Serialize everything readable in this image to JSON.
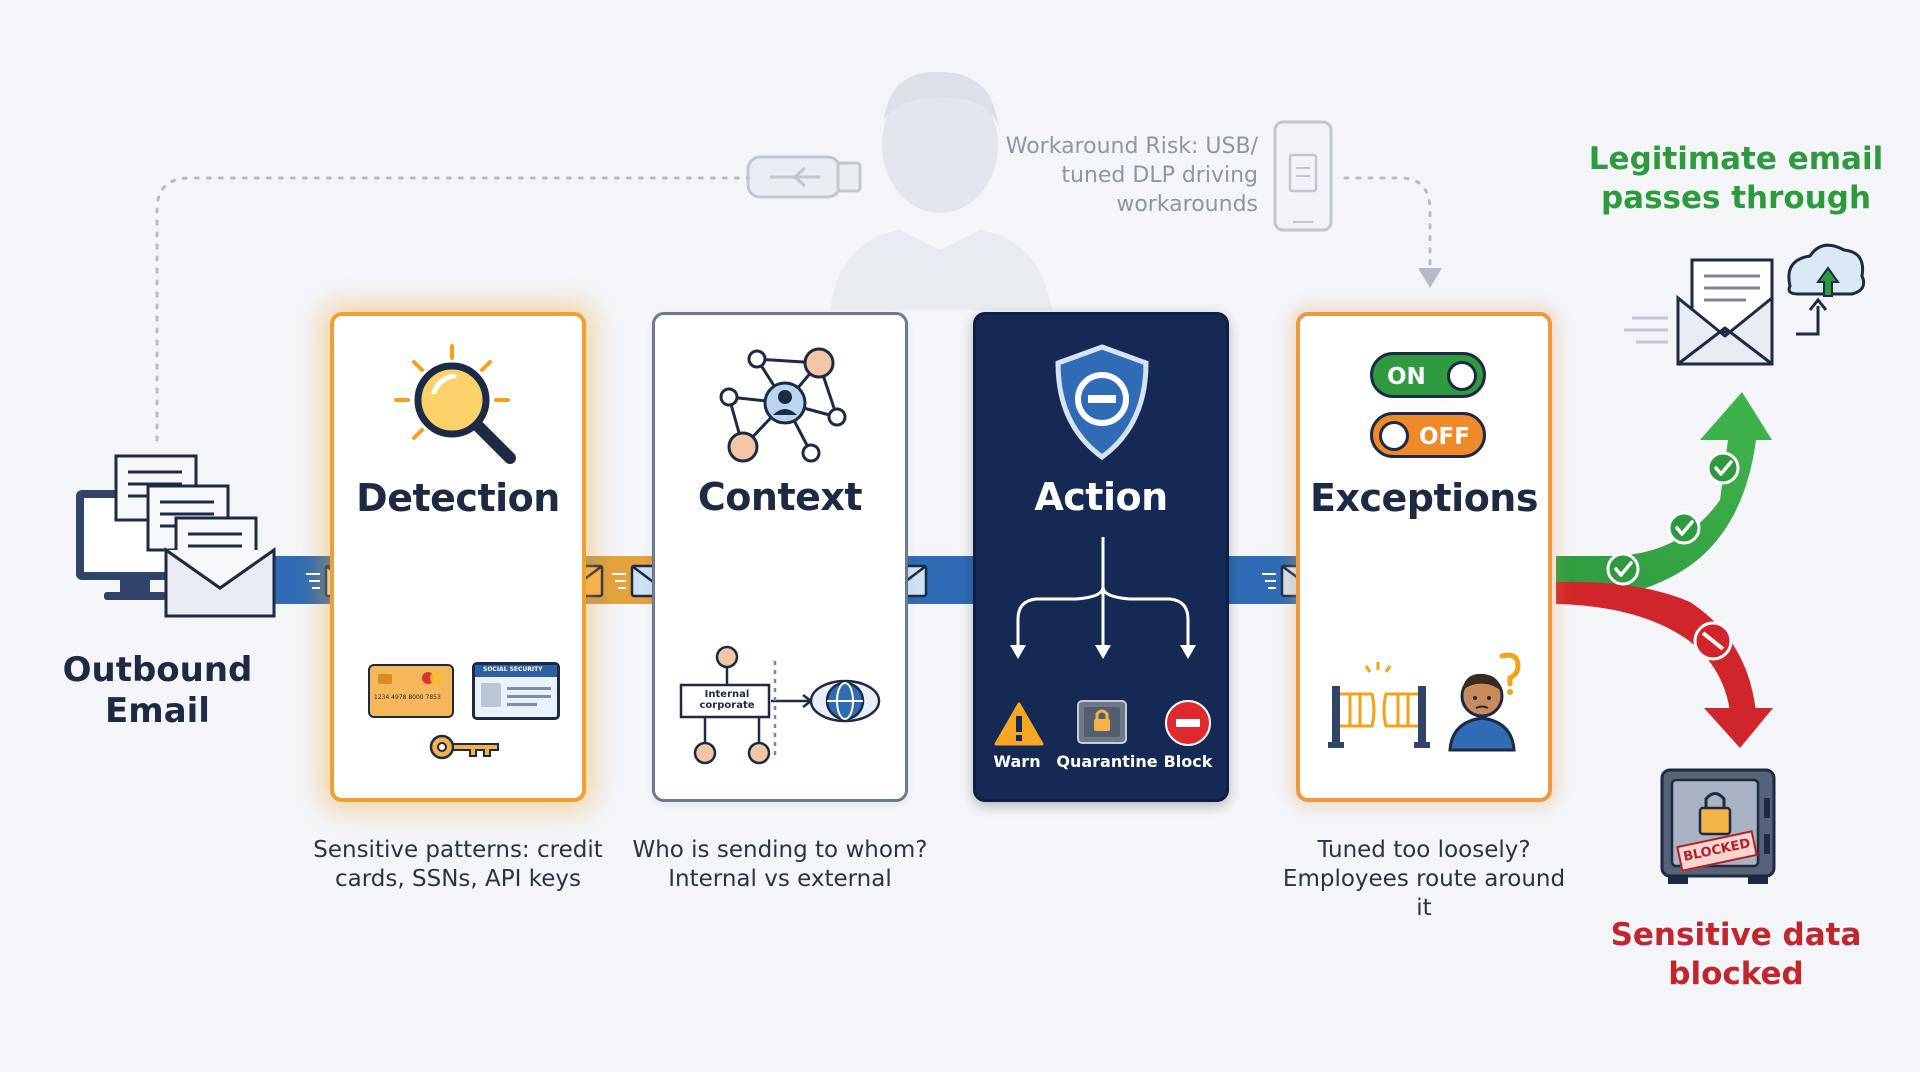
{
  "source": {
    "label": "Outbound Email"
  },
  "stages": [
    {
      "title": "Detection",
      "caption": "Sensitive patterns: credit cards, SSNs, API keys"
    },
    {
      "title": "Context",
      "caption": "Who is sending to whom? Internal vs external"
    },
    {
      "title": "Action",
      "caption": ""
    },
    {
      "title": "Exceptions",
      "caption": "Tuned too loosely? Employees route around it"
    }
  ],
  "detection_card": {
    "card_number": "1234 4978 8000 7853",
    "ssn_label": "SOCIAL SECURITY"
  },
  "context_card": {
    "internal_label": "Internal corporate"
  },
  "actions": [
    "Warn",
    "Quarantine",
    "Block"
  ],
  "toggles": {
    "on": "ON",
    "off": "OFF"
  },
  "workaround": {
    "text": "Workaround Risk: USB/ tuned DLP driving workarounds"
  },
  "outcomes": {
    "pass": "Legitimate email passes through",
    "blocked": "Sensitive data blocked",
    "stamp": "BLOCKED"
  },
  "colors": {
    "navy": "#1c2a44",
    "flow_blue": "#2f6cb5",
    "detection_orange": "#f0a030",
    "action_navy": "#142a55",
    "pass_green": "#2d9a3e",
    "block_red": "#d0262b",
    "on_green": "#2f9a40",
    "off_orange": "#ef8a2a"
  },
  "icons": [
    "magnifier-icon",
    "network-icon",
    "shield-icon",
    "envelope-icon",
    "usb-icon",
    "phone-icon",
    "person-icon",
    "safe-icon",
    "cloud-icon",
    "globe-icon",
    "key-icon",
    "warning-icon",
    "stop-icon",
    "gate-icon",
    "check-icon"
  ]
}
